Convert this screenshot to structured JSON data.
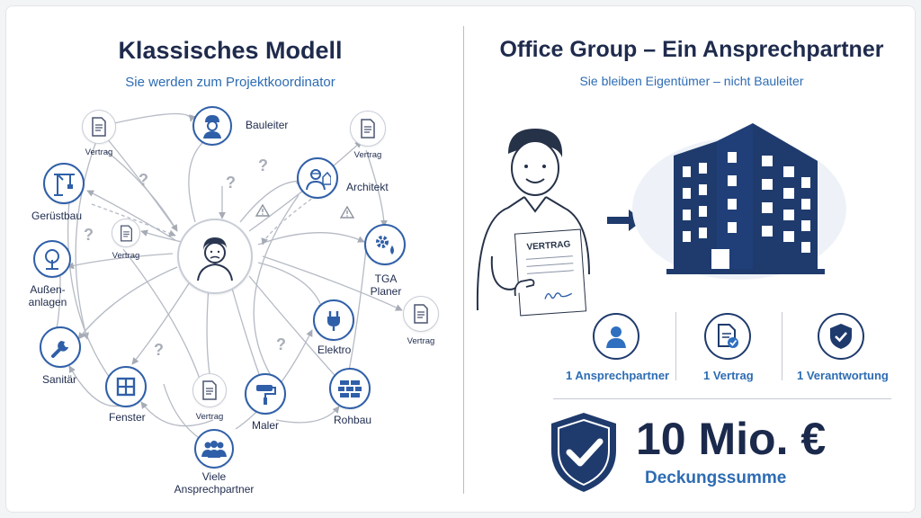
{
  "left": {
    "title": "Klassisches Modell",
    "subtitle": "Sie werden zum Projektkoordinator",
    "nodes": {
      "bauleiter": "Bauleiter",
      "vertrag_top_left": "Vertrag",
      "vertrag_top_right": "Vertrag",
      "architekt": "Architekt",
      "geruestbau": "Gerüstbau",
      "vertrag_mid": "Vertrag",
      "aussen_line1": "Außen-",
      "aussen_line2": "anlagen",
      "tga_line1": "TGA",
      "tga_line2": "Planer",
      "elektro": "Elektro",
      "vertrag_right": "Vertrag",
      "sanitaer": "Sanitär",
      "fenster": "Fenster",
      "vertrag_bottom": "Vertrag",
      "maler": "Maler",
      "rohbau": "Rohbau",
      "viele_line1": "Viele",
      "viele_line2": "Ansprechpartner"
    },
    "question_mark": "?"
  },
  "right": {
    "title": "Office Group – Ein Ansprechpartner",
    "subtitle": "Sie bleiben Eigentümer – nicht Bauleiter",
    "document_label": "VERTRAG",
    "stats": [
      {
        "label": "1 Ansprechpartner",
        "icon": "person-icon"
      },
      {
        "label": "1 Vertrag",
        "icon": "contract-check-icon"
      },
      {
        "label": "1 Verantwortung",
        "icon": "shield-check-icon"
      }
    ],
    "coverage_amount": "10 Mio. €",
    "coverage_label": "Deckungssumme"
  },
  "colors": {
    "navy": "#1f3b6d",
    "accent_blue": "#2d6cb3",
    "gray_line": "#b5bac4"
  }
}
